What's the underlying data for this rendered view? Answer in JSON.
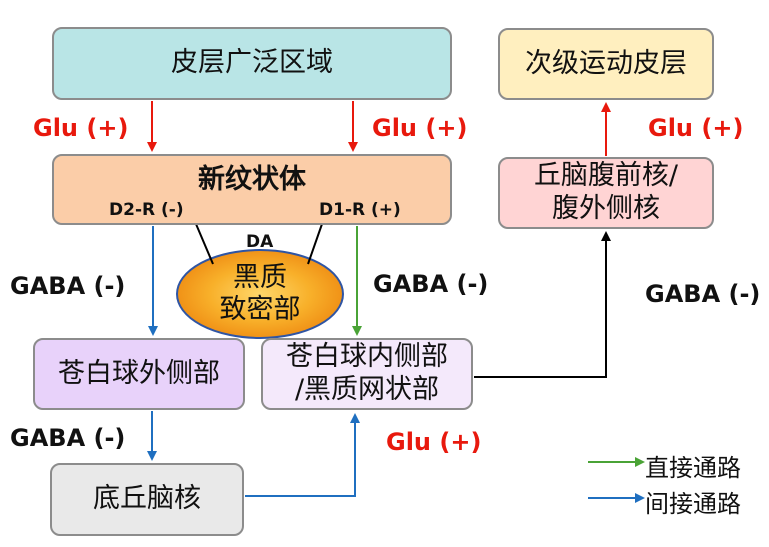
{
  "boxes": {
    "cortex": "皮层广泛区域",
    "sma": "次级运动皮层",
    "striatum": "新纹状体",
    "d2r": "D2-R (-)",
    "d1r": "D1-R (+)",
    "thalamus_line1": "丘脑腹前核/",
    "thalamus_line2": "腹外侧核",
    "gpe": "苍白球外侧部",
    "gpi_line1": "苍白球内侧部",
    "gpi_line2": "/黑质网状部",
    "stn": "底丘脑核",
    "snc_line1": "黑质",
    "snc_line2": "致密部",
    "da": "DA"
  },
  "labels": {
    "glu_left": "Glu (+)",
    "glu_right": "Glu (+)",
    "glu_sma": "Glu (+)",
    "glu_stn": "Glu (+)",
    "gaba_left": "GABA (-)",
    "gaba_mid": "GABA (-)",
    "gaba_right": "GABA (-)",
    "gaba_gpe": "GABA (-)"
  },
  "legend": {
    "direct": "直接通路",
    "indirect": "间接通路"
  },
  "colors": {
    "glu_arrow": "#e8190d",
    "direct_arrow": "#4aa336",
    "indirect_arrow": "#1f6fc0",
    "output_arrow": "#000000",
    "snc_fill": "#f6a21e",
    "snc_border": "#2f55a4"
  }
}
